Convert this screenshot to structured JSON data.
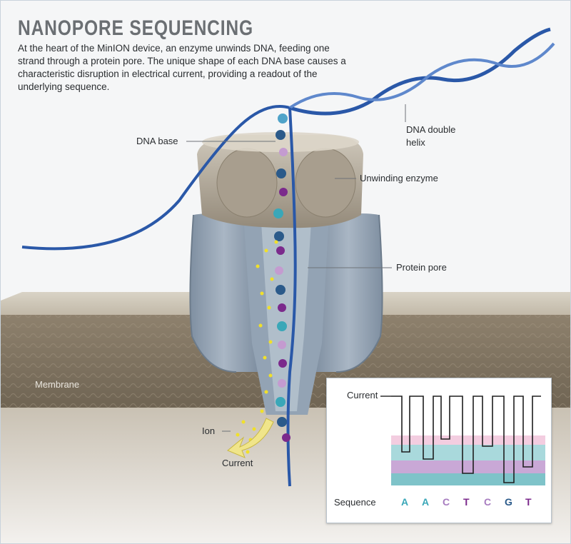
{
  "title": "NANOPORE SEQUENCING",
  "description": "At the heart of the MinION device, an enzyme unwinds DNA, feeding one strand through a protein pore. The unique shape of each DNA base causes a characteristic disruption in electrical current, providing a readout of the underlying sequence.",
  "labels": {
    "dna_base": "DNA base",
    "dna_helix": "DNA double\nhelix",
    "enzyme": "Unwinding enzyme",
    "pore": "Protein pore",
    "membrane": "Membrane",
    "ion": "Ion",
    "current": "Current"
  },
  "chart": {
    "y_label": "Current",
    "x_label": "Sequence",
    "sequence": [
      "A",
      "A",
      "C",
      "T",
      "C",
      "G",
      "T"
    ],
    "colors": {
      "A": "#3aa7b8",
      "C": "#a77cc0",
      "T": "#7b2a8c",
      "G": "#2b5a8a"
    }
  },
  "colors": {
    "dna_strand": "#2a58a8",
    "pore": "#8c9cad",
    "enzyme": "#9e9484",
    "membrane": "#8a7c68",
    "ion": "#f0e02a",
    "band_pink": "#f3cde0",
    "band_teal": "#a9d9dc",
    "band_violet": "#c9a8d6"
  }
}
